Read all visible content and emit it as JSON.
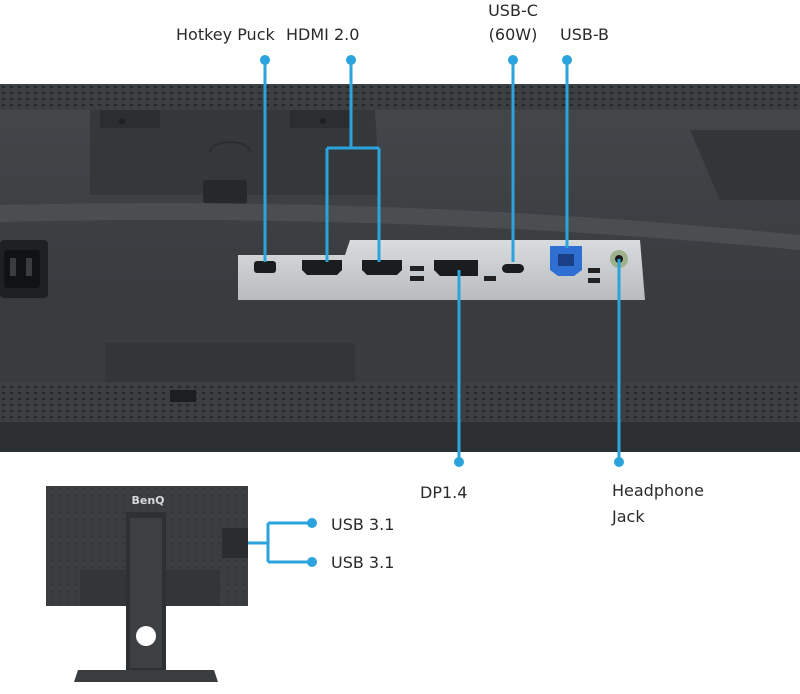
{
  "labels": {
    "hotkey_puck": "Hotkey Puck",
    "hdmi": "HDMI 2.0",
    "usbc_line1": "USB-C",
    "usbc_line2": "(60W)",
    "usbb": "USB-B",
    "dp": "DP1.4",
    "headphone_line1": "Headphone",
    "headphone_line2": "Jack",
    "usb31_top": "USB 3.1",
    "usb31_bottom": "USB 3.1"
  },
  "brand": "BenQ",
  "colors": {
    "callout": "#2ba3dc",
    "chassis": "#3b3f42",
    "chassis_dark": "#2b2e30",
    "port_panel": "#cfd2d4",
    "usbb_port": "#2f6fd1",
    "label_text": "#2a2a2a",
    "background": "#ffffff"
  },
  "icons": [
    "hotkey-puck-port-icon",
    "hdmi-port-icon",
    "displayport-icon",
    "usbc-port-icon",
    "usbb-port-icon",
    "headphone-jack-icon",
    "usb-a-port-icon"
  ]
}
